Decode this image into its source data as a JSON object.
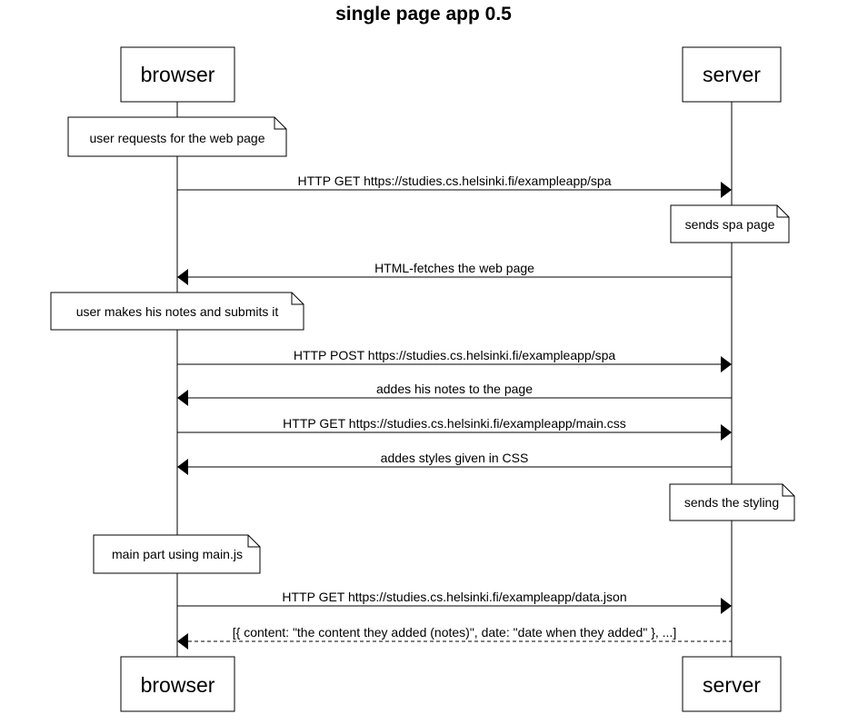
{
  "title": "single page app 0.5",
  "actors": {
    "browser": "browser",
    "server": "server"
  },
  "notes": [
    {
      "id": "n1",
      "text": "user requests for the web page",
      "on": "browser"
    },
    {
      "id": "n2",
      "text": "sends spa page",
      "on": "server"
    },
    {
      "id": "n3",
      "text": "user makes his notes and submits it",
      "on": "browser"
    },
    {
      "id": "n4",
      "text": "sends the styling",
      "on": "server"
    },
    {
      "id": "n5",
      "text": "main part using main.js",
      "on": "browser"
    }
  ],
  "messages": [
    {
      "id": "m1",
      "text": "HTTP GET https://studies.cs.helsinki.fi/exampleapp/spa",
      "from": "browser",
      "to": "server",
      "style": "solid"
    },
    {
      "id": "m2",
      "text": "HTML-fetches the web page",
      "from": "server",
      "to": "browser",
      "style": "solid"
    },
    {
      "id": "m3",
      "text": "HTTP POST  https://studies.cs.helsinki.fi/exampleapp/spa",
      "from": "browser",
      "to": "server",
      "style": "solid"
    },
    {
      "id": "m4",
      "text": "addes his notes to the page",
      "from": "server",
      "to": "browser",
      "style": "solid"
    },
    {
      "id": "m5",
      "text": "HTTP GET https://studies.cs.helsinki.fi/exampleapp/main.css",
      "from": "browser",
      "to": "server",
      "style": "solid"
    },
    {
      "id": "m6",
      "text": "addes styles given in CSS",
      "from": "server",
      "to": "browser",
      "style": "solid"
    },
    {
      "id": "m7",
      "text": "HTTP GET https://studies.cs.helsinki.fi/exampleapp/data.json",
      "from": "browser",
      "to": "server",
      "style": "solid"
    },
    {
      "id": "m8",
      "text": "[{ content: \"the content they added (notes)\", date: \"date when they added\" }, ...]",
      "from": "server",
      "to": "browser",
      "style": "dashed"
    }
  ]
}
